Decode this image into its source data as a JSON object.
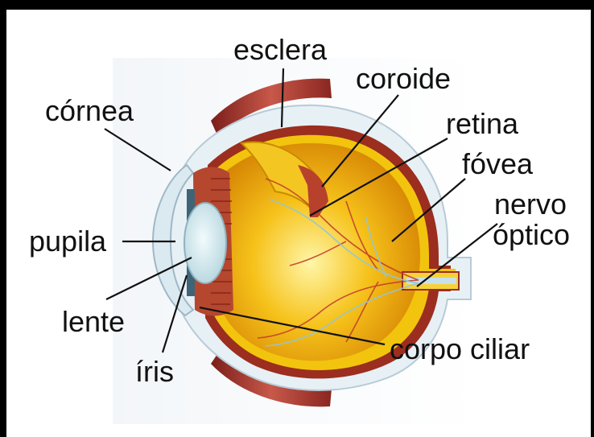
{
  "labels": {
    "esclera": "esclera",
    "coroide": "coroide",
    "cornea": "córnea",
    "retina": "retina",
    "fovea": "fóvea",
    "nervo_line1": "nervo",
    "nervo_line2": "óptico",
    "pupila": "pupila",
    "lente": "lente",
    "iris": "íris",
    "corpo_ciliar": "corpo ciliar"
  }
}
